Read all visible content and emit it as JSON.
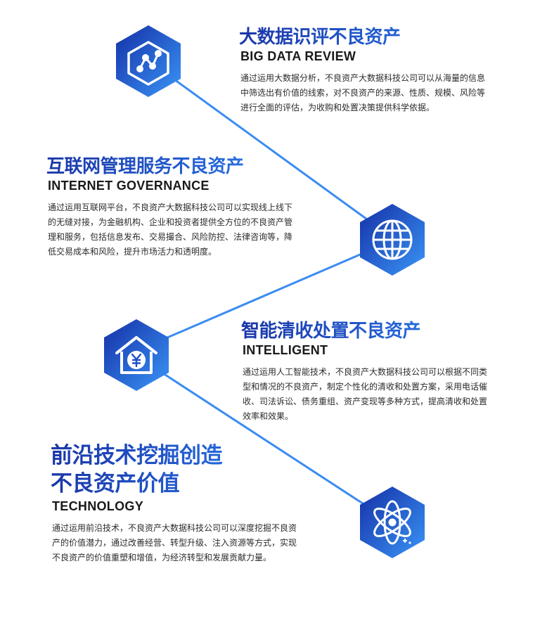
{
  "colors": {
    "accent_dark": "#1a36a8",
    "accent_light": "#2f86f5",
    "line": "#3a8cf2",
    "text": "#2b2b2b"
  },
  "sections": [
    {
      "title": "大数据识评不良资产",
      "subtitle": "BIG DATA REVIEW",
      "desc": "通过运用大数据分析，不良资产大数据科技公司可以从海量的信息中筛选出有价值的线索，对不良资产的来源、性质、规模、风险等进行全面的评估，为收购和处置决策提供科学依据。",
      "icon": "chart-trend-icon"
    },
    {
      "title": "互联网管理服务不良资产",
      "subtitle": "INTERNET GOVERNANCE",
      "desc": "通过运用互联网平台，不良资产大数据科技公司可以实现线上线下的无缝对接，为金融机构、企业和投资者提供全方位的不良资产管理和服务，包括信息发布、交易撮合、风险防控、法律咨询等，降低交易成本和风险，提升市场活力和透明度。",
      "icon": "globe-icon"
    },
    {
      "title": "智能清收处置不良资产",
      "subtitle": "INTELLIGENT",
      "desc": "通过运用人工智能技术，不良资产大数据科技公司可以根据不同类型和情况的不良资产，制定个性化的清收和处置方案，采用电话催收、司法诉讼、债务重组、资产变现等多种方式，提高清收和处置效率和效果。",
      "icon": "house-yuan-icon"
    },
    {
      "title_line1": "前沿技术挖掘创造",
      "title_line2": "不良资产价值",
      "subtitle": "TECHNOLOGY",
      "desc": "通过运用前沿技术，不良资产大数据科技公司可以深度挖掘不良资产的价值潜力，通过改善经营、转型升级、注入资源等方式，实现不良资产的价值重塑和增值，为经济转型和发展贡献力量。",
      "icon": "atom-icon"
    }
  ]
}
